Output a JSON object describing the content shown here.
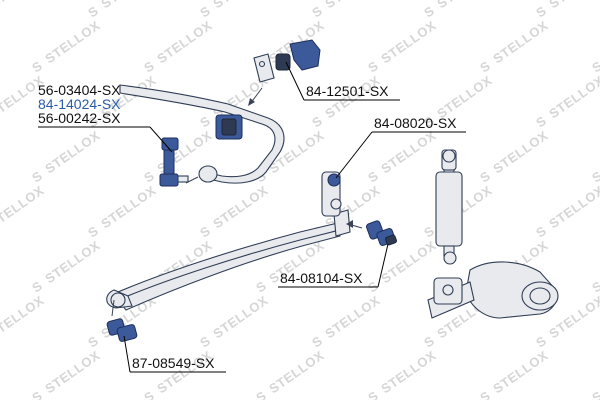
{
  "watermark": {
    "text": "STELLOX",
    "color": "#d6d6d6"
  },
  "labels": {
    "p1": "56-03404-SX",
    "p2": "84-14024-SX",
    "p3": "56-00242-SX",
    "p4": "84-12501-SX",
    "p5": "84-08020-SX",
    "p6": "84-08104-SX",
    "p7": "87-08549-SX"
  },
  "colors": {
    "text": "#111111",
    "highlight": "#2a5ca8",
    "part_fill": "#3c5a99",
    "outline": "#2f3d55"
  }
}
